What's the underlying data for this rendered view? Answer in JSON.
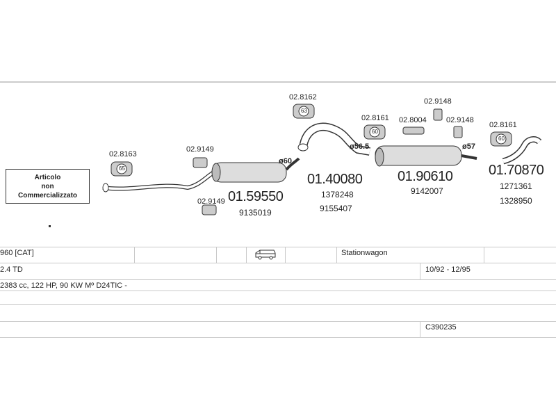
{
  "diagram": {
    "note": [
      "Articolo",
      "non",
      "Commercializzato"
    ],
    "clamps": [
      {
        "id": "02.8163",
        "size": "65"
      },
      {
        "id": "02.9149",
        "size": ""
      },
      {
        "id": "02.9149",
        "size": ""
      },
      {
        "id": "02.8162",
        "size": "63"
      },
      {
        "id": "02.8161",
        "size": "60"
      },
      {
        "id": "02.8004",
        "size": ""
      },
      {
        "id": "02.9148",
        "size": ""
      },
      {
        "id": "02.9148",
        "size": ""
      },
      {
        "id": "02.8161",
        "size": "60"
      }
    ],
    "diameters": [
      "ø60",
      "ø56.5",
      "ø57"
    ],
    "parts": [
      {
        "code": "01.59550",
        "refs": [
          "9135019"
        ]
      },
      {
        "code": "01.40080",
        "refs": [
          "1378248",
          "9155407"
        ]
      },
      {
        "code": "01.90610",
        "refs": [
          "9142007"
        ]
      },
      {
        "code": "01.70870",
        "refs": [
          "1271361",
          "1328950"
        ]
      }
    ]
  },
  "info": {
    "model": "960  [CAT]",
    "vehicle_icon": "van-icon",
    "body": "Stationwagon",
    "engine": "2.4 TD",
    "years": "10/92 - 12/95",
    "spec": "2383 cc, 122 HP, 90 KW Mº D24TIC -",
    "code": "C390235"
  }
}
